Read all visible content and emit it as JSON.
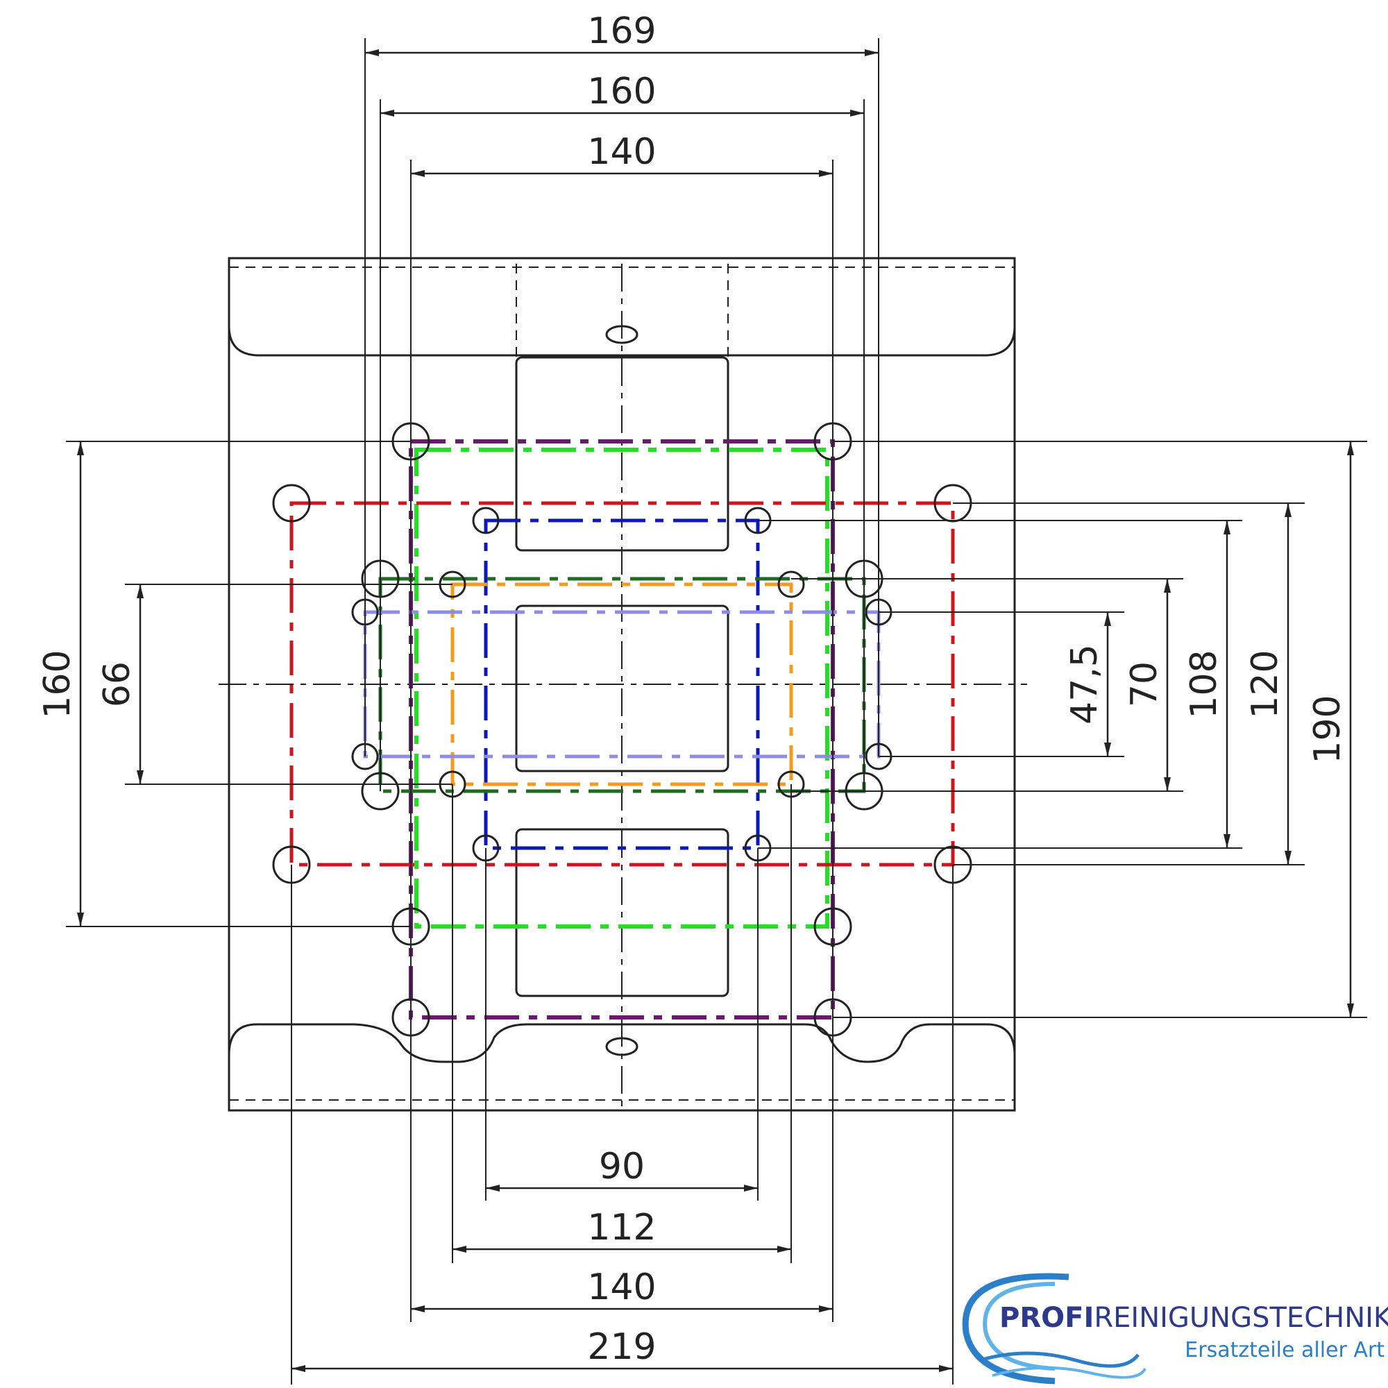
{
  "dimensions": {
    "top": [
      "169",
      "160",
      "140"
    ],
    "bottom": [
      "90",
      "112",
      "140",
      "219"
    ],
    "left": [
      "160",
      "66"
    ],
    "right": [
      "47,5",
      "70",
      "108",
      "120",
      "190"
    ]
  },
  "logo": {
    "brand_bold": "PROFI",
    "brand_rest": "REINIGUNGSTECHNIK",
    "tagline": "Ersatzteile aller Art"
  },
  "colors": {
    "outline": "#222222",
    "red": "#d0141c",
    "purple": "#6a1a6e",
    "green": "#22e022",
    "blue": "#0b1ab5",
    "dark_green": "#1f6b1f",
    "orange": "#f59a1a",
    "lavender": "#8c8ce6",
    "logo_dark": "#2d3a8c",
    "logo_light": "#2a7fc8"
  }
}
